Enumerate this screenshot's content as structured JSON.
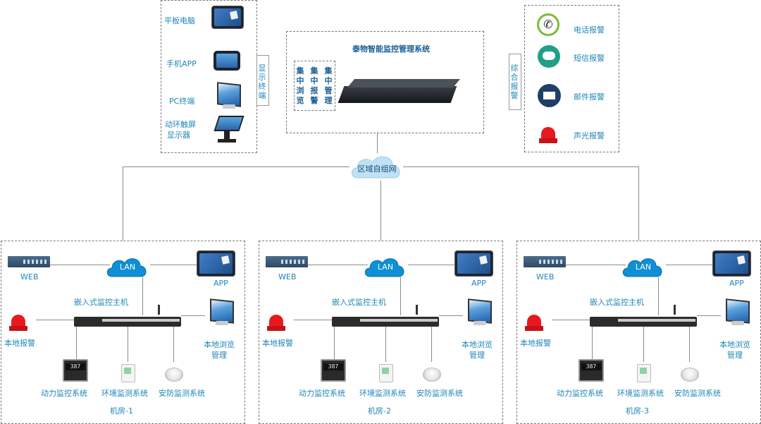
{
  "terminals": {
    "tablet": "平板电脑",
    "phone": "手机APP",
    "pc": "PC终端",
    "kiosk_line1": "动环触屏",
    "kiosk_line2": "显示器"
  },
  "display_terminal_label": "显示终端",
  "central": {
    "title": "泰物智能监控管理系统",
    "col1": "集中浏览",
    "col2": "集中报警",
    "col3": "集中管理"
  },
  "alarm_group_label": "综合报警",
  "alarms": {
    "phone": "电话报警",
    "sms": "短信报警",
    "email": "邮件报警",
    "light": "声光报警"
  },
  "network": "区域自组网",
  "rooms": [
    {
      "name": "机房-1"
    },
    {
      "name": "机房-2"
    },
    {
      "name": "机房-3"
    }
  ],
  "room_labels": {
    "web": "WEB",
    "lan": "LAN",
    "app": "APP",
    "host": "嵌入式监控主机",
    "local_alarm": "本地报警",
    "local_browse_1": "本地浏览",
    "local_browse_2": "管理",
    "power": "动力监控系统",
    "env": "环境监测系统",
    "security": "安防监测系统",
    "ctrl_readout": "387"
  },
  "colors": {
    "label": "#1f86b8",
    "title": "#1a5f96",
    "line": "#8a8a8a",
    "dash": "#777777"
  }
}
